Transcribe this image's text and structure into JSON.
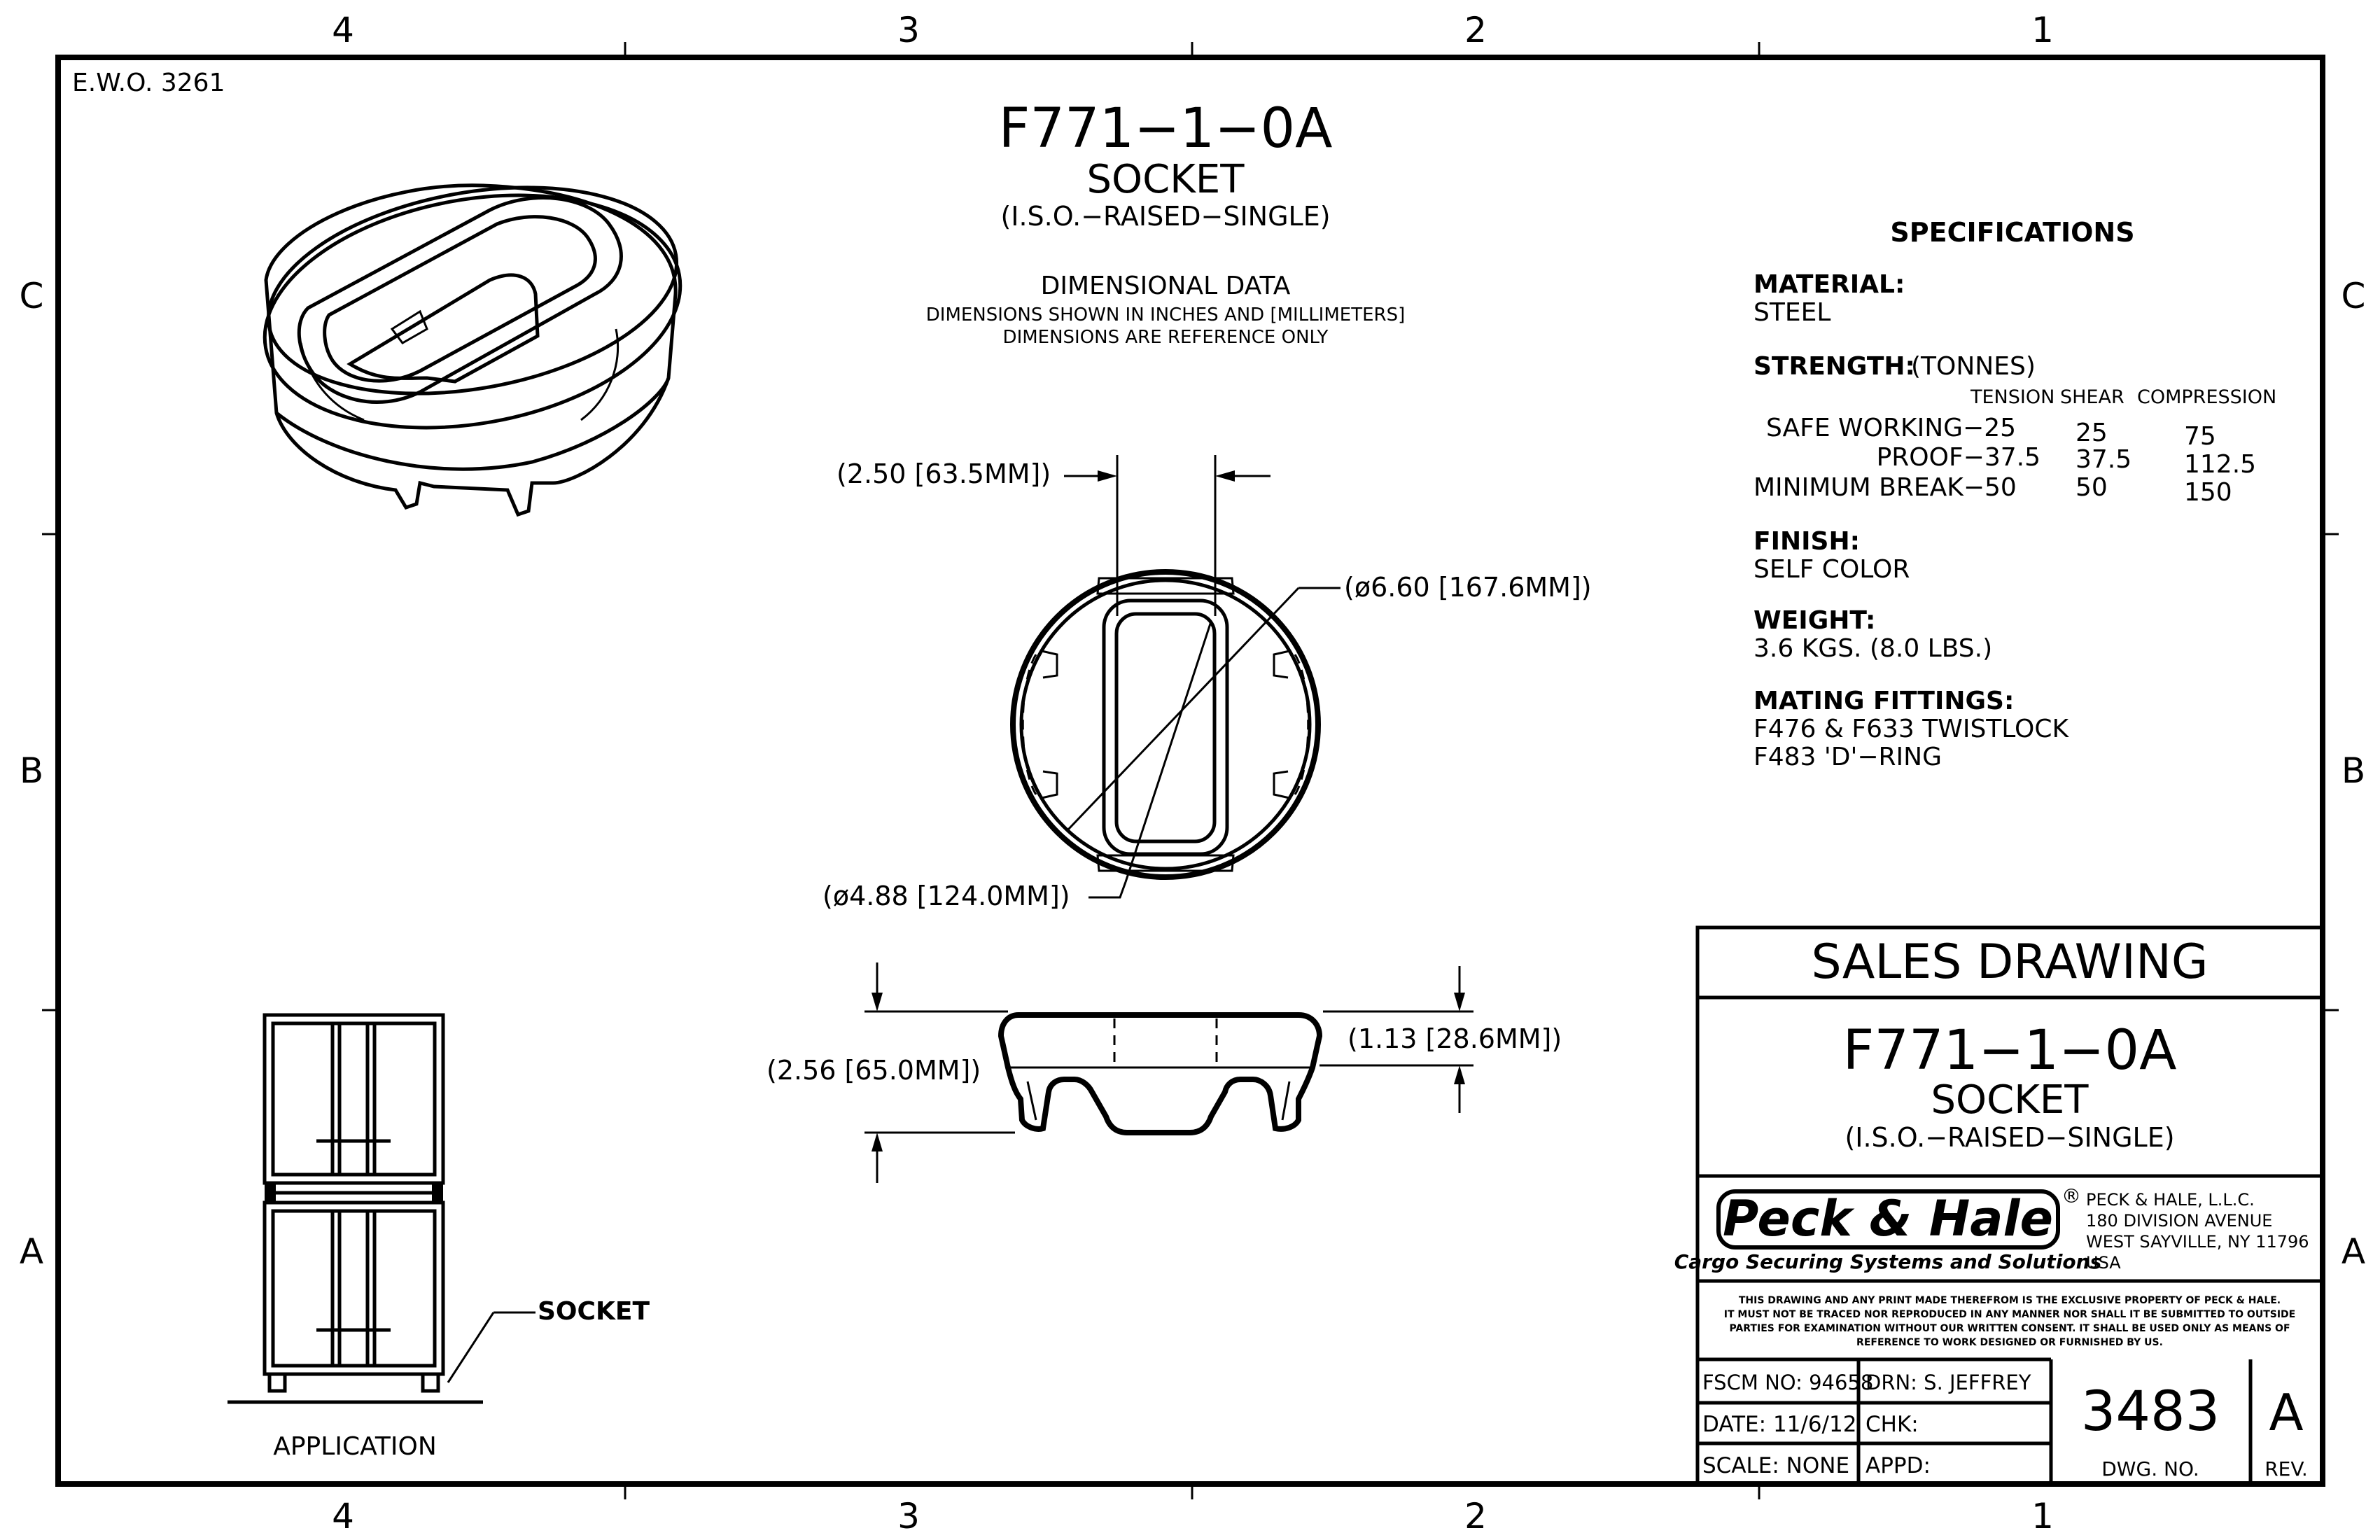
{
  "zones": {
    "top": [
      "4",
      "3",
      "2",
      "1"
    ],
    "bottom": [
      "4",
      "3",
      "2",
      "1"
    ],
    "left": [
      "C",
      "B",
      "A"
    ],
    "right": [
      "C",
      "B",
      "A"
    ]
  },
  "ewo": "E.W.O. 3261",
  "header": {
    "part_number": "F771−1−0A",
    "name": "SOCKET",
    "desc": "(I.S.O.−RAISED−SINGLE)",
    "dim_title": "DIMENSIONAL DATA",
    "dim_note1": "DIMENSIONS SHOWN IN INCHES AND [MILLIMETERS]",
    "dim_note2": "DIMENSIONS ARE REFERENCE ONLY"
  },
  "dims": {
    "width": "(2.50 [63.5MM])",
    "outer_dia": "(ø6.60 [167.6MM])",
    "inner_dia": "(ø4.88 [124.0MM])",
    "height": "(2.56 [65.0MM])",
    "top_height": "(1.13 [28.6MM])"
  },
  "specs": {
    "title": "SPECIFICATIONS",
    "material_label": "MATERIAL:",
    "material": "STEEL",
    "strength_label": "STRENGTH:",
    "strength_unit": "(TONNES)",
    "col_tension": "TENSION",
    "col_shear": "SHEAR",
    "col_compression": "COMPRESSION",
    "rows": [
      {
        "label": "SAFE WORKING−25",
        "shear": "25",
        "comp": "75"
      },
      {
        "label": "PROOF−37.5",
        "shear": "37.5",
        "comp": "112.5"
      },
      {
        "label": "MINIMUM BREAK−50",
        "shear": "50",
        "comp": "150"
      }
    ],
    "finish_label": "FINISH:",
    "finish": "SELF COLOR",
    "weight_label": "WEIGHT:",
    "weight": "3.6 KGS. (8.0 LBS.)",
    "mating_label": "MATING FITTINGS:",
    "mating1": "F476 & F633 TWISTLOCK",
    "mating2": "F483 'D'−RING"
  },
  "application": {
    "caption": "APPLICATION",
    "callout": "SOCKET"
  },
  "title_block": {
    "sales": "SALES DRAWING",
    "part_number": "F771−1−0A",
    "name": "SOCKET",
    "desc": "(I.S.O.−RAISED−SINGLE)",
    "logo_text": "Peck & Hale",
    "logo_reg": "®",
    "tagline": "Cargo Securing Systems and Solutions",
    "address": [
      "PECK & HALE, L.L.C.",
      "180 DIVISION AVENUE",
      "WEST SAYVILLE, NY 11796",
      "USA"
    ],
    "notice": [
      "THIS DRAWING AND ANY PRINT MADE THEREFROM IS THE EXCLUSIVE PROPERTY OF PECK & HALE.",
      "IT MUST NOT BE TRACED NOR REPRODUCED IN ANY MANNER NOR SHALL IT BE SUBMITTED TO OUTSIDE",
      "PARTIES FOR EXAMINATION WITHOUT OUR WRITTEN CONSENT.  IT SHALL BE USED ONLY AS MEANS OF",
      "REFERENCE TO WORK DESIGNED OR FURNISHED BY US."
    ],
    "fscm": "FSCM NO: 94658",
    "drn": "DRN: S. JEFFREY",
    "date": "DATE: 11/6/12",
    "chk": "CHK:",
    "scale": "SCALE:  NONE",
    "appd": "APPD:",
    "dwg_no": "3483",
    "dwg_label": "DWG. NO.",
    "rev": "A",
    "rev_label": "REV."
  }
}
